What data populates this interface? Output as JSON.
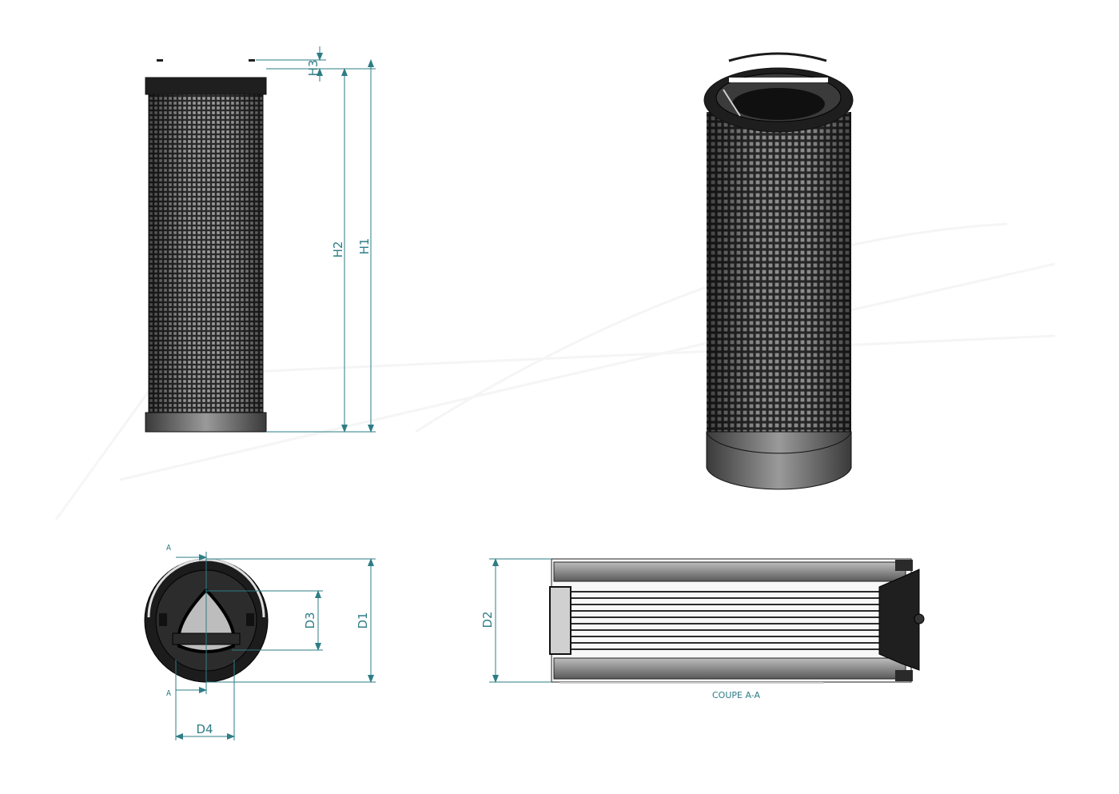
{
  "dimensions": {
    "h1": "H1",
    "h2": "H2",
    "h3": "H3",
    "d1": "D1",
    "d2": "D2",
    "d3": "D3",
    "d4": "D4"
  },
  "section": {
    "marker_top": "A",
    "marker_bottom": "A",
    "caption": "COUPE A-A"
  },
  "colors": {
    "dimension": "#2e7d86",
    "body": "#1c1c1c",
    "mesh": "#8a8a8a"
  }
}
